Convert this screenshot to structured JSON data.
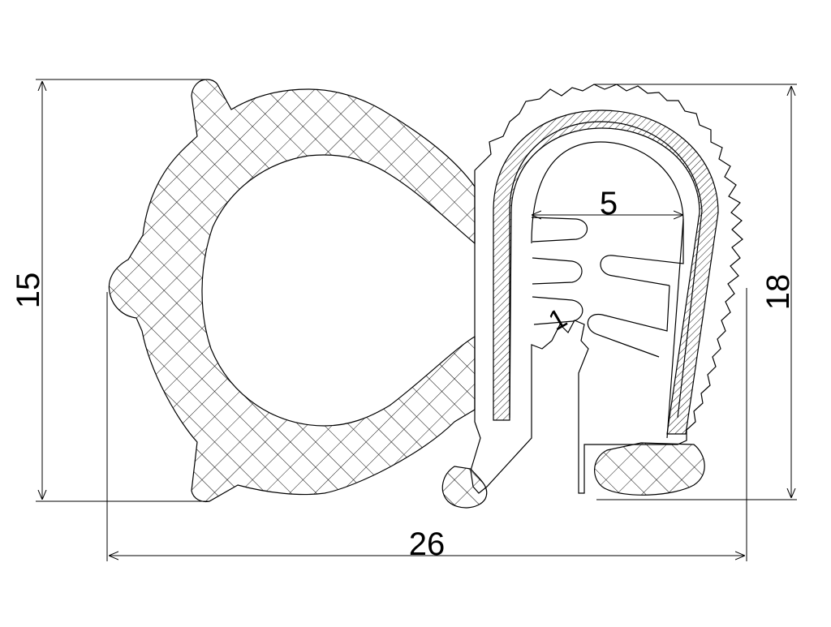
{
  "profile": {
    "bulb_fill": "crosshatch",
    "clip_fill": "none",
    "insert_fill": "diagonal-hatch",
    "foot_fill": "crosshatch"
  },
  "dimensions": {
    "height_left": "15",
    "height_right": "18",
    "width": "26",
    "slot_width": "5",
    "fin_thickness": "1"
  },
  "colors": {
    "line": "#000000",
    "background": "#ffffff"
  }
}
